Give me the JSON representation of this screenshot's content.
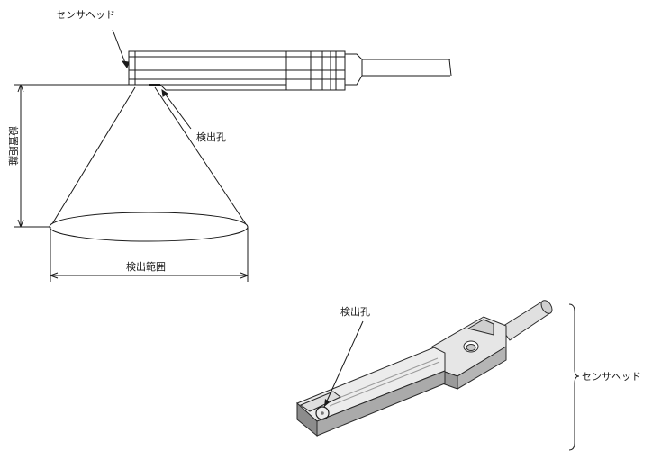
{
  "top_view": {
    "sensor_head_label": "センサヘッド",
    "detection_hole_label": "検出孔",
    "install_distance_label": "設置距離",
    "detection_range_label": "検出範囲"
  },
  "iso_view": {
    "detection_hole_label": "検出孔",
    "sensor_head_label": "センサヘッド"
  },
  "colors": {
    "line": "#1a1a1a",
    "body_fill": "#eeeeee",
    "body_shade": "#b8b8b8",
    "body_dark": "#8a8a8a"
  }
}
